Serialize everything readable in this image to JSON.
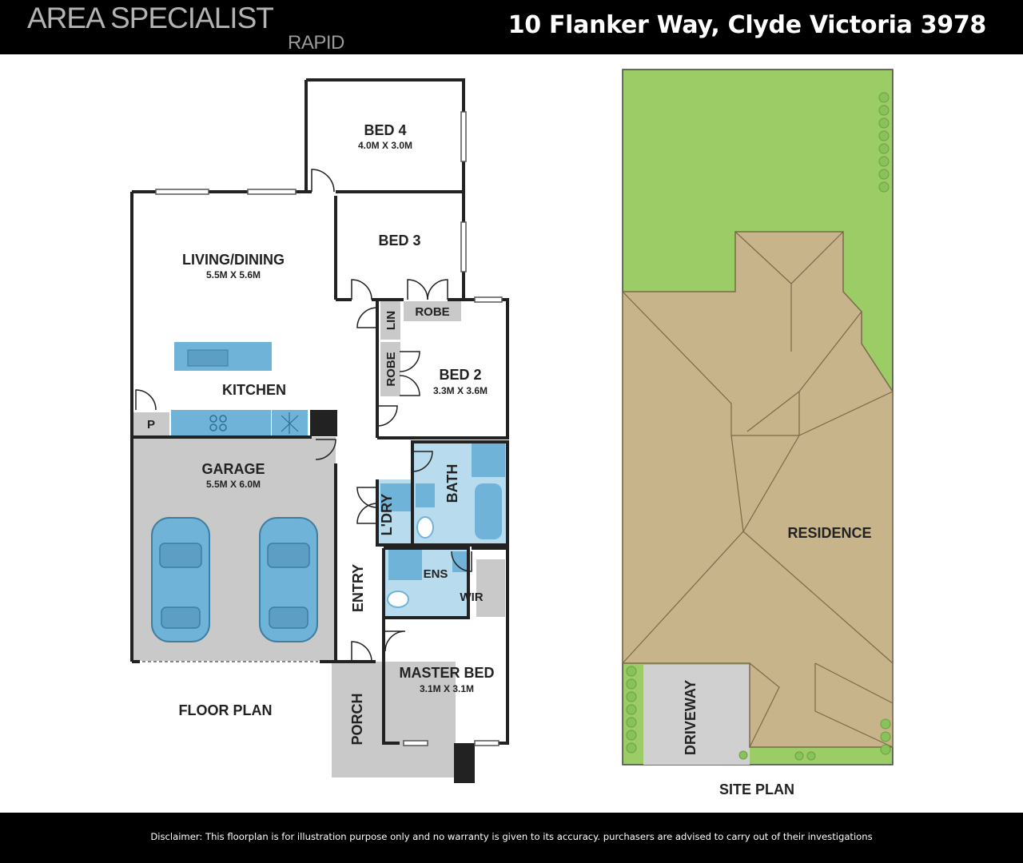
{
  "header": {
    "brand": "AREA SPECIALIST",
    "brand_sub": "RAPID",
    "address": "10 Flanker Way, Clyde Victoria 3978"
  },
  "floor_plan": {
    "title": "FLOOR PLAN",
    "rooms": {
      "bed4": {
        "name": "BED 4",
        "dims": "4.0M X 3.0M"
      },
      "bed3": {
        "name": "BED 3"
      },
      "living": {
        "name": "LIVING/DINING",
        "dims": "5.5M X 5.6M"
      },
      "kitchen": {
        "name": "KITCHEN"
      },
      "pantry": {
        "name": "P"
      },
      "lin": {
        "name": "LIN"
      },
      "robe_top": {
        "name": "ROBE"
      },
      "robe_side": {
        "name": "ROBE"
      },
      "bed2": {
        "name": "BED 2",
        "dims": "3.3M X 3.6M"
      },
      "garage": {
        "name": "GARAGE",
        "dims": "5.5M X 6.0M"
      },
      "bath": {
        "name": "BATH"
      },
      "laundry": {
        "name": "L'DRY"
      },
      "ensuite": {
        "name": "ENS"
      },
      "wir": {
        "name": "WIR"
      },
      "entry": {
        "name": "ENTRY"
      },
      "master": {
        "name": "MASTER BED",
        "dims": "3.1M X 3.1M"
      },
      "porch": {
        "name": "PORCH"
      }
    }
  },
  "site_plan": {
    "title": "SITE PLAN",
    "residence": "RESIDENCE",
    "driveway": "DRIVEWAY"
  },
  "colors": {
    "wet_area": "#b8dcee",
    "bench": "#6fb3d8",
    "garage_floor": "#c9c9c9",
    "lawn": "#9ccc65",
    "roof": "#c8b48a",
    "driveway": "#d0d0d0",
    "shrub": "#88c25a"
  },
  "footer": {
    "disclaimer": "Disclaimer: This floorplan is for illustration purpose only and no warranty is given to its accuracy. purchasers are advised to carry out of their investigations"
  }
}
